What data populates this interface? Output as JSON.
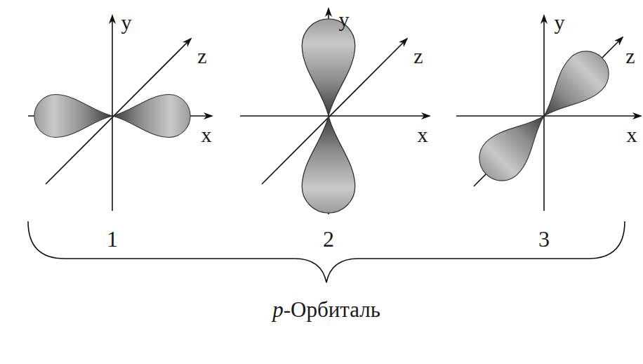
{
  "diagram": {
    "caption": "p-Орбиталь",
    "labels": [
      "y",
      "z",
      "x",
      "1",
      "y",
      "z",
      "x",
      "2",
      "y",
      "z",
      "x",
      "3"
    ]
  }
}
